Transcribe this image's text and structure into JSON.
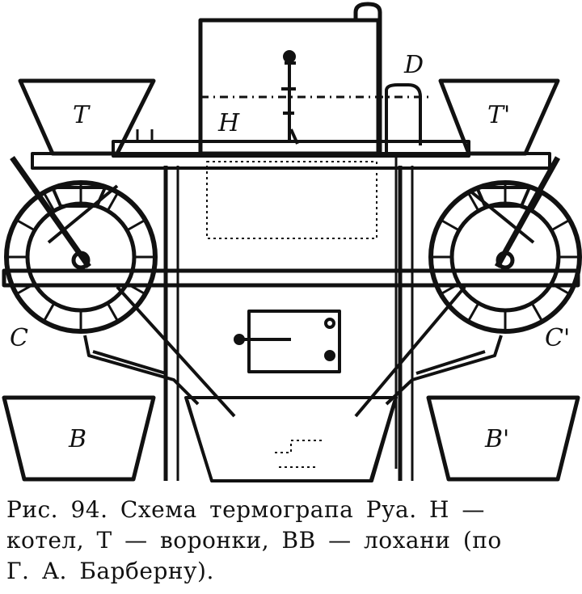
{
  "figure": {
    "labels": {
      "boiler": "H",
      "pipe": "D",
      "funnel_left": "T",
      "funnel_right": "T'",
      "wheel_left": "C",
      "wheel_right": "C'",
      "trough_left": "B",
      "trough_right": "B'"
    }
  },
  "caption": {
    "line1": "Рис. 94. Схема термограпа Руа. Н —",
    "line2": "котел, Т — воронки, ВВ — лохани (по",
    "line3": "Г. А. Барберну)."
  }
}
